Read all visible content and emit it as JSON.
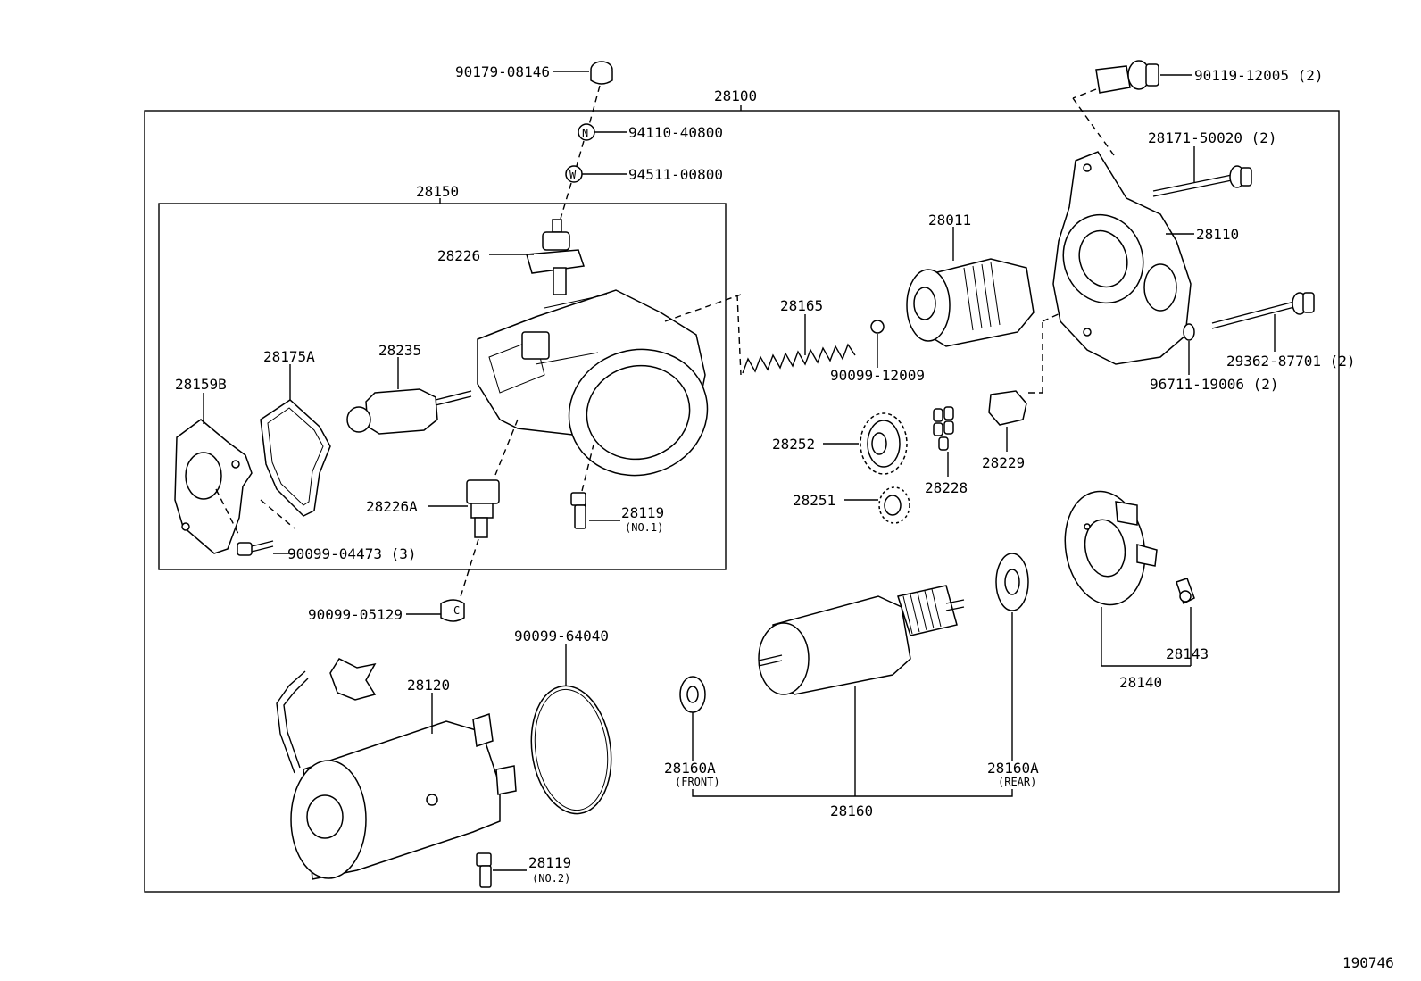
{
  "diagram_id": "190746",
  "assembly": "28100",
  "groups": {
    "g28150": "28150",
    "g28160": "28160",
    "g28140": "28140"
  },
  "labels": {
    "p90179": "90179-08146",
    "p94110": "94110-40800",
    "p94511": "94511-00800",
    "p28226": "28226",
    "p28175A": "28175A",
    "p28159B": "28159B",
    "p28235": "28235",
    "p28226A": "28226A",
    "p28119a": "28119",
    "p28119a_sub": "(NO.1)",
    "p90099_04473": "90099-04473 (3)",
    "p90099_05129": "90099-05129",
    "p90099_64040": "90099-64040",
    "p28120": "28120",
    "p28119b": "28119",
    "p28119b_sub": "(NO.2)",
    "p28165": "28165",
    "p90099_12009": "90099-12009",
    "p28011": "28011",
    "p28252": "28252",
    "p28251": "28251",
    "p28228": "28228",
    "p28229": "28229",
    "p90119": "90119-12005 (2)",
    "p28171": "28171-50020 (2)",
    "p28110": "28110",
    "p29362": "29362-87701 (2)",
    "p96711": "96711-19006 (2)",
    "p28143": "28143",
    "p28160A_front": "28160A",
    "p28160A_front_sub": "(FRONT)",
    "p28160A_rear": "28160A",
    "p28160A_rear_sub": "(REAR)"
  },
  "badges": {
    "nut": "N",
    "washer": "W",
    "cap": "C"
  }
}
